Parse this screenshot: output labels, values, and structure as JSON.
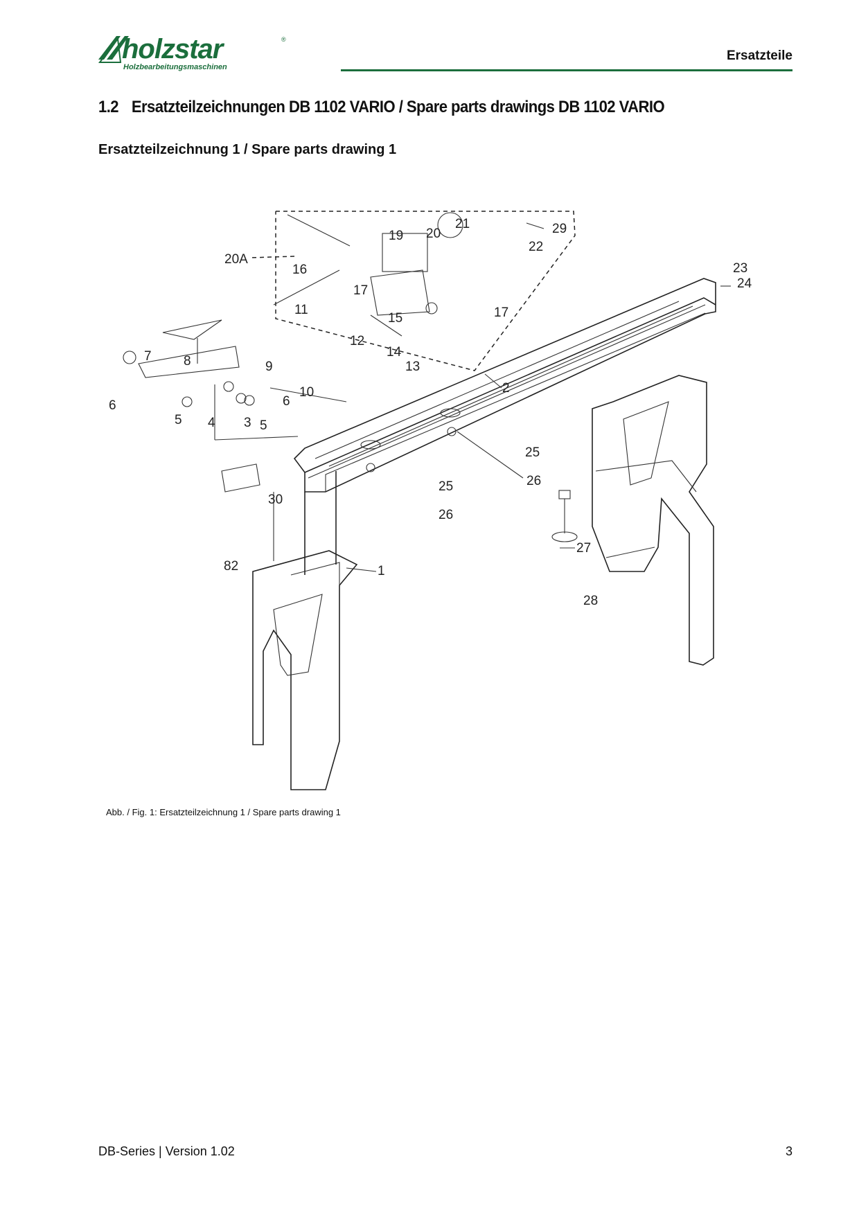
{
  "header": {
    "logo_text": "holzstar",
    "logo_tagline": "Holzbearbeitungsmaschinen",
    "title": "Ersatzteile"
  },
  "section": {
    "number": "1.2",
    "title": "Ersatzteilzeichnungen DB 1102 VARIO / Spare parts drawings DB 1102 VARIO"
  },
  "subheading": "Ersatzteilzeichnung 1 / Spare parts drawing 1",
  "drawing": {
    "callouts": [
      "1",
      "2",
      "3",
      "4",
      "5",
      "5",
      "6",
      "6",
      "7",
      "8",
      "9",
      "10",
      "11",
      "12",
      "13",
      "14",
      "15",
      "16",
      "17",
      "17",
      "19",
      "20",
      "20A",
      "21",
      "22",
      "23",
      "24",
      "25",
      "25",
      "26",
      "26",
      "27",
      "28",
      "29",
      "30",
      "82"
    ]
  },
  "caption": "Abb. / Fig. 1: Ersatzteilzeichnung 1 / Spare parts drawing 1",
  "footer": {
    "left": "DB-Series | Version 1.02",
    "right": "3"
  },
  "colors": {
    "accent": "#1b6e3c"
  }
}
